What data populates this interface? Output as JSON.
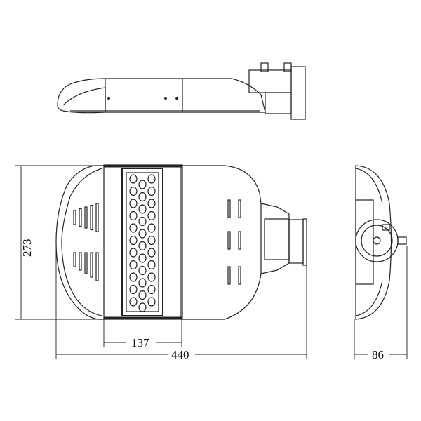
{
  "dimensions": {
    "height": "273",
    "module_width": "137",
    "length": "440",
    "depth": "86"
  },
  "colors": {
    "line": "#222222",
    "background": "#ffffff"
  }
}
